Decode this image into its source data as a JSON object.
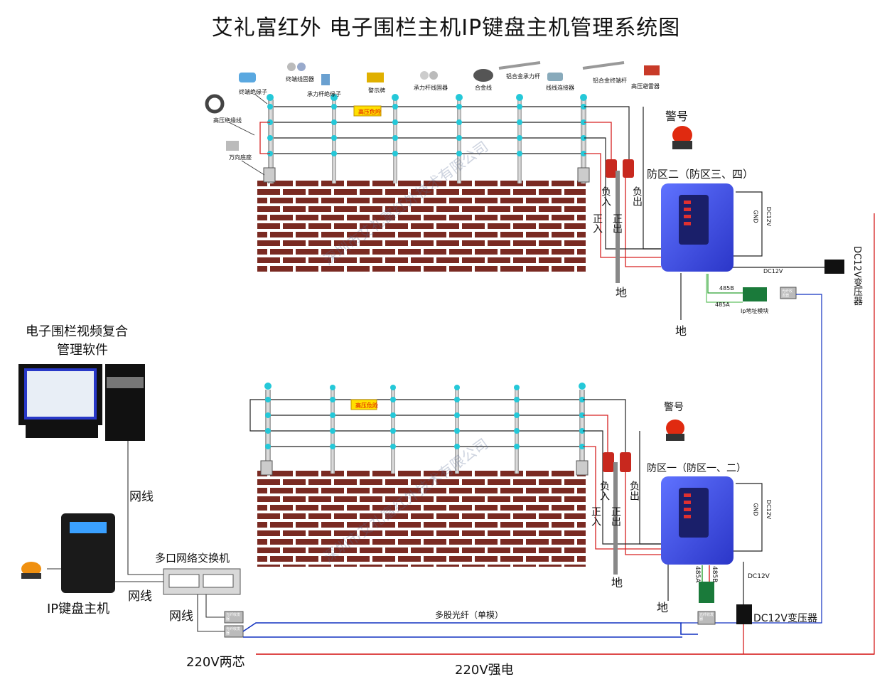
{
  "title": "艾礼富红外  电子围栏主机IP键盘主机管理系统图",
  "watermark": "深圳市艾礼富红外技术有限公司",
  "top_fence": {
    "part_labels": [
      "终端绝缘子",
      "终端线固器",
      "承力杆绝缘子",
      "警示牌",
      "承力杆线固器",
      "合金线",
      "铝合金承力杆",
      "线线连接器",
      "铝合金终端杆",
      "高压避雷器",
      "高压绝缘线",
      "万向底座"
    ],
    "warning_sign": "高压危险",
    "siren": "警号",
    "zone": "防区二（防区三、四）",
    "neg_in": "负入",
    "neg_out": "负出",
    "pos_in": "正入",
    "pos_out": "正出",
    "ground": "地",
    "gnd_small": "GND",
    "dc_small": "DC12V",
    "dc12v": "DC12V",
    "transformer": "DC12V变压器",
    "rs485b": "485B",
    "rs485a": "485A",
    "ip_module": "Ip地址模块",
    "fiber_tx": "光纤收发器",
    "ground2": "地"
  },
  "bottom_fence": {
    "warning_sign": "高压危险",
    "siren": "警号",
    "zone": "防区一（防区一、二）",
    "neg_in": "负入",
    "neg_out": "负出",
    "pos_in": "正入",
    "pos_out": "正出",
    "ground": "地",
    "ground2": "地",
    "gnd_small": "GND",
    "dc_small": "DC12V",
    "rs485a": "485A",
    "rs485b": "485B",
    "dc12v": "DC12V",
    "transformer": "DC12V变压器",
    "fiber_tx": "光纤收发器"
  },
  "left": {
    "software_line1": "电子围栏视频复合",
    "software_line2": "管理软件",
    "net1": "网线",
    "net2": "网线",
    "net3": "网线",
    "switch": "多口网络交换机",
    "keypad": "IP键盘主机",
    "fiber_tx_1": "光纤收发器",
    "fiber_tx_2": "光纤收发器",
    "fiber_line": "多股光纤（单模）",
    "power_2core": "220V两芯",
    "power_main": "220V强电"
  },
  "colors": {
    "host_blue": "#3a4de8",
    "wire_red": "#d62020",
    "fiber_blue": "#1030c0",
    "brick": "#7a2a22",
    "insulator": "#25c8d8"
  }
}
